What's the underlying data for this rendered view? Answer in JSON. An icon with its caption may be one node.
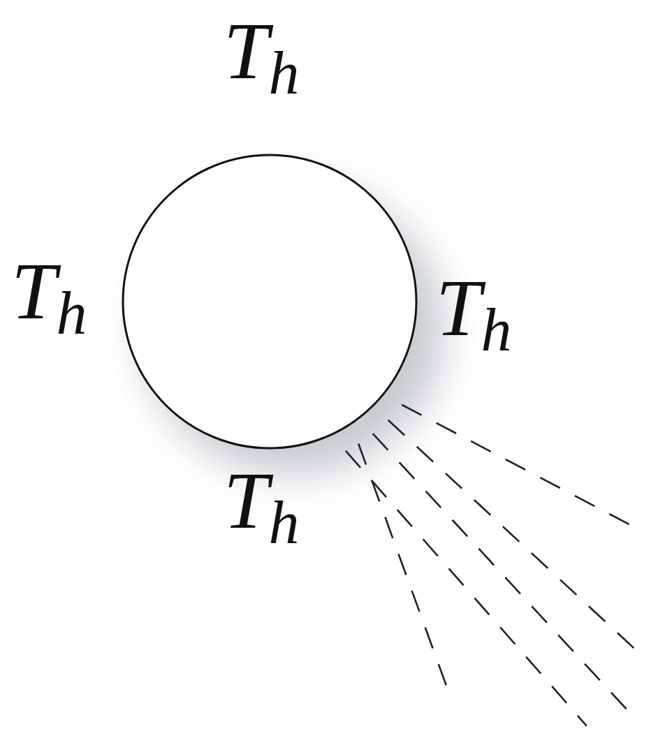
{
  "diagram": {
    "nodes": [
      {
        "text": [],
        "shape": "circle"
      }
    ],
    "labels": [
      "T$_{h}$",
      "T$_{h}$",
      "T$_{h}$",
      "T$_{h}$"
    ]
  }
}
